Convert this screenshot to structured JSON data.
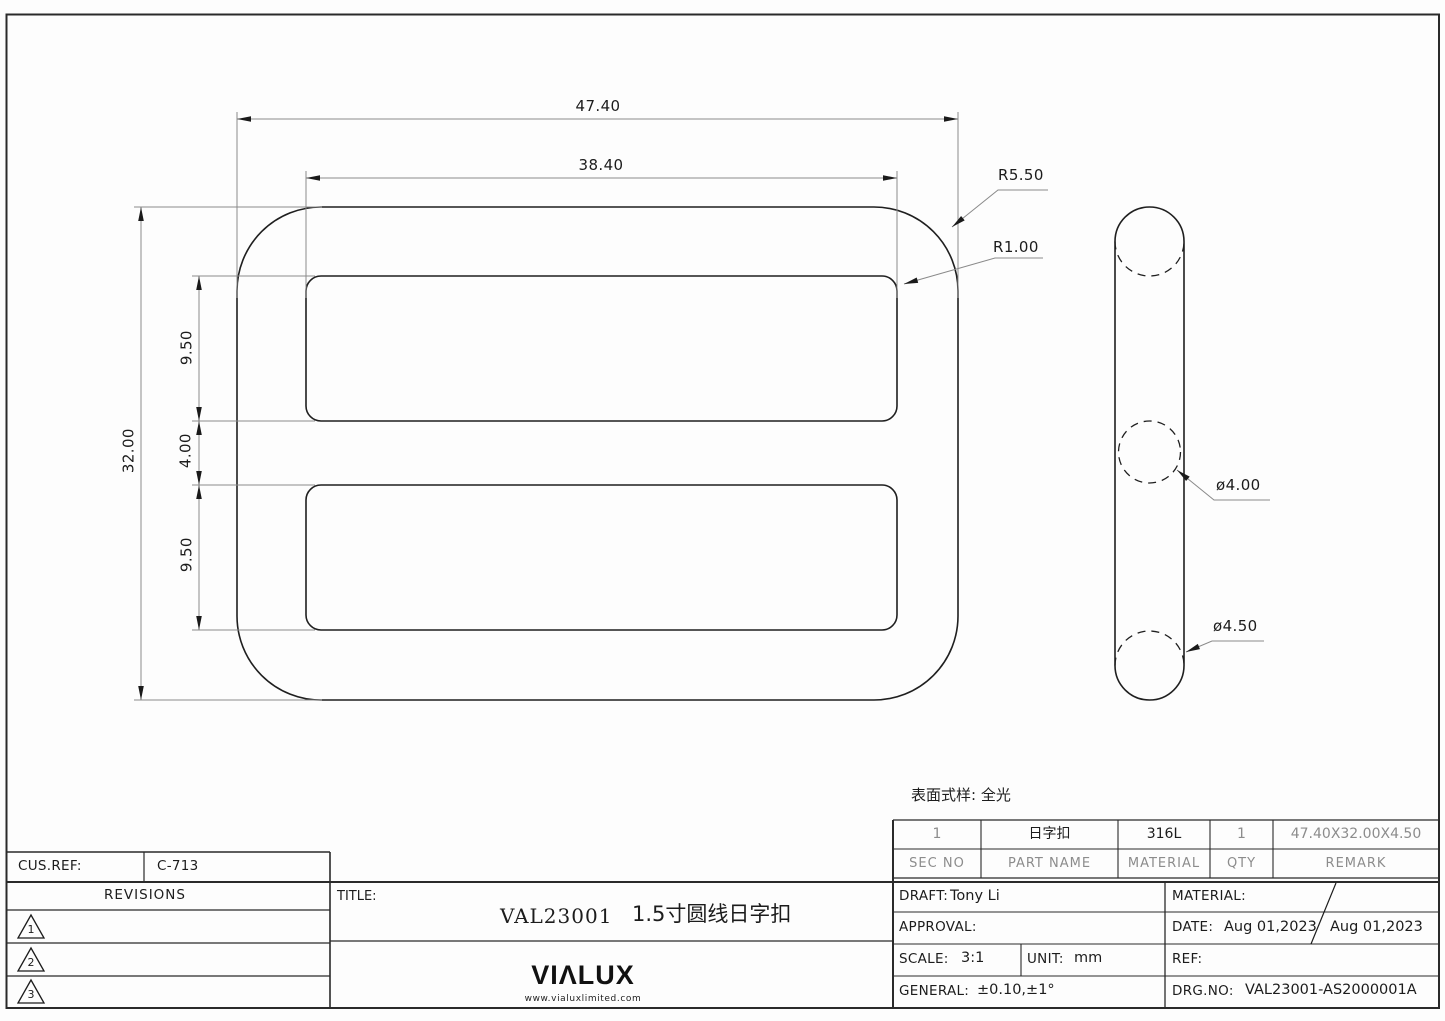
{
  "front_view": {
    "dim_overall_width": "47.40",
    "dim_slot_width": "38.40",
    "dim_overall_height": "32.00",
    "dim_top_slot_height": "9.50",
    "dim_center_bar": "4.00",
    "dim_bottom_slot_height": "9.50",
    "label_corner_radius": "R5.50",
    "label_slot_radius": "R1.00"
  },
  "side_view": {
    "label_center_bar_diameter": "ø4.00",
    "label_frame_diameter": "ø4.50"
  },
  "surface_note": "表面式样: 全光",
  "parts_table": {
    "row": {
      "sec_no": "1",
      "part_name": "日字扣",
      "material": "316L",
      "qty": "1",
      "remark": "47.40X32.00X4.50"
    },
    "headers": {
      "sec_no": "SEC NO",
      "part_name": "PART NAME",
      "material": "MATERIAL",
      "qty": "QTY",
      "remark": "REMARK"
    }
  },
  "revision_block": {
    "cus_ref_label": "CUS.REF:",
    "cus_ref_value": "C-713",
    "revisions_label": "REVISIONS",
    "rev1": "1",
    "rev2": "2",
    "rev3": "3"
  },
  "title_block": {
    "title_label": "TITLE:",
    "part_number": "VAL23001",
    "part_title": "1.5寸圆线日字扣",
    "logo": "VIΛLUX",
    "website": "www.vialuxlimited.com"
  },
  "staff_block": {
    "draft_label": "DRAFT:",
    "draft_value": "Tony Li",
    "approval_label": "APPROVAL:",
    "scale_label": "SCALE:",
    "scale_value": "3:1",
    "unit_label": "UNIT:",
    "unit_value": "mm",
    "general_label": "GENERAL:",
    "general_value": "±0.10,±1°",
    "material_label": "MATERIAL:",
    "date_label": "DATE:",
    "date_value_1": "Aug 01,2023",
    "date_value_2": "Aug 01,2023",
    "ref_label": "REF:",
    "drg_no_label": "DRG.NO:",
    "drg_no_value": "VAL23001-AS2000001A"
  }
}
